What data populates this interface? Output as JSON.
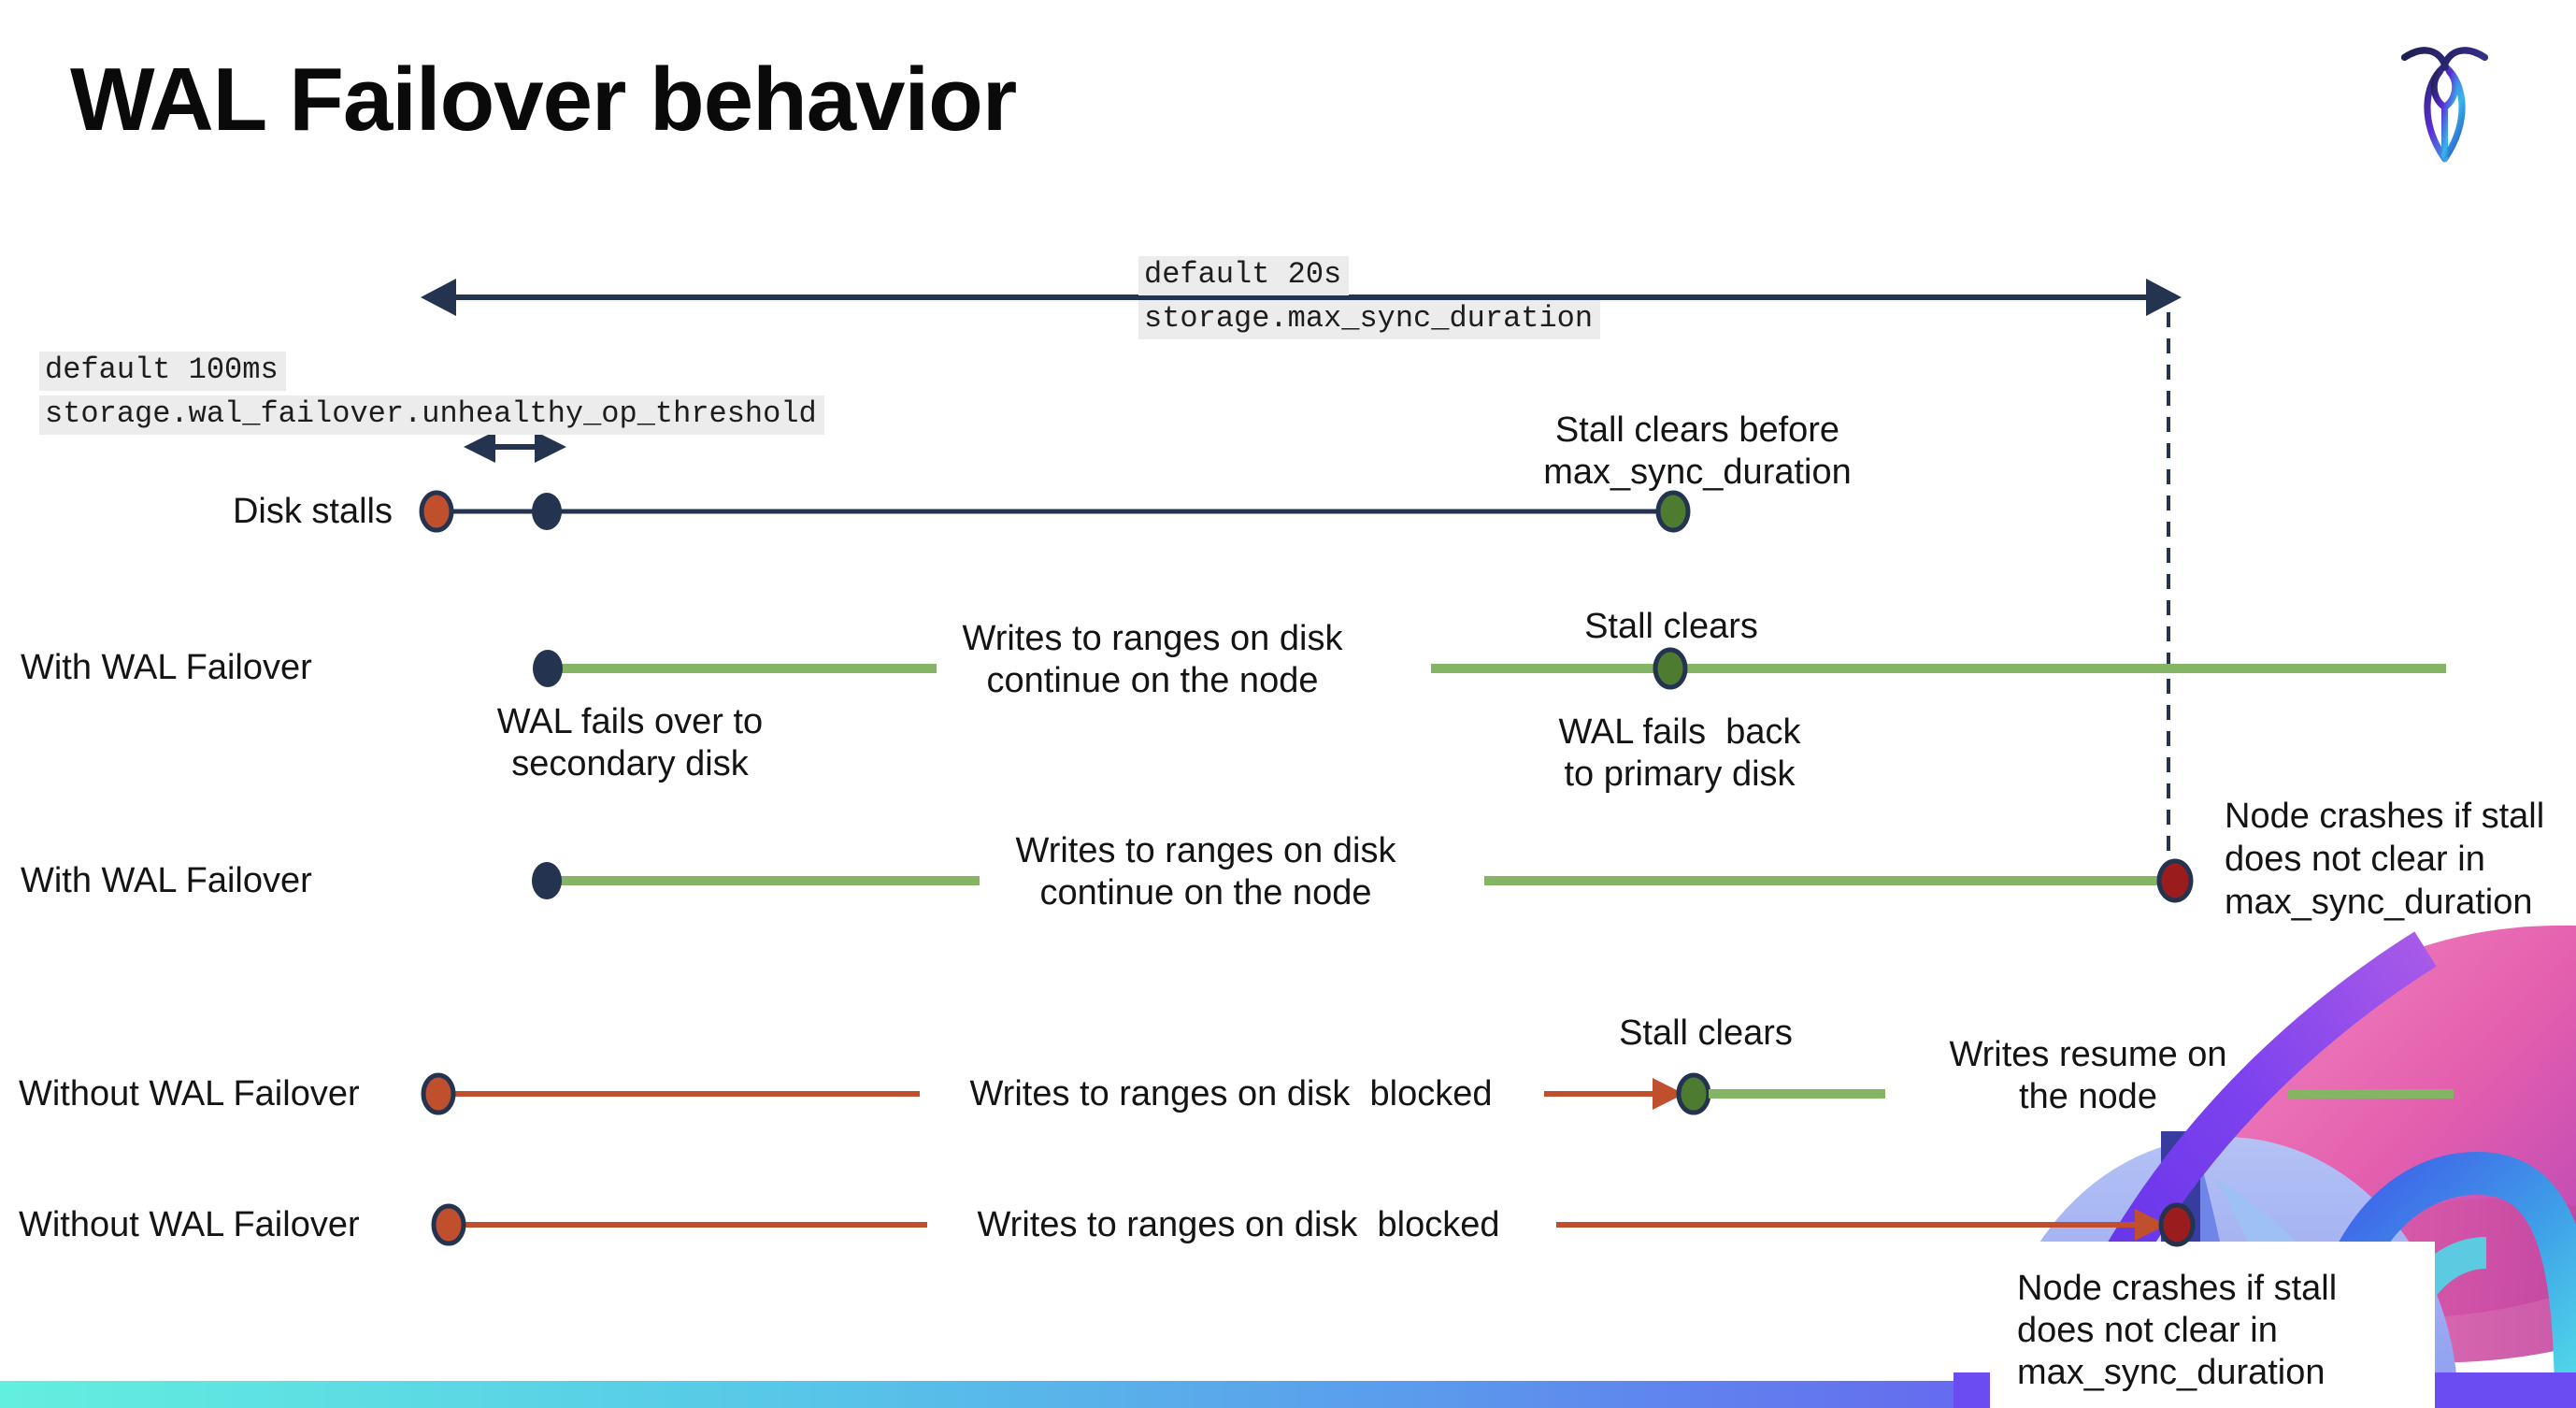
{
  "title": "WAL Failover behavior",
  "icons": {
    "logo": "cockroachdb-logo",
    "decoration": "cockroach-brand-illustration"
  },
  "colors": {
    "navy": "#233350",
    "red": "#c04f2e",
    "green_line": "#85b464",
    "green_dot": "#4d7c31",
    "dark_red": "#9b1c1c",
    "code_bg": "#ececec"
  },
  "config_labels": {
    "max_sync_default": "default 20s",
    "max_sync_setting": "storage.max_sync_duration",
    "unhealthy_default": "default 100ms",
    "unhealthy_setting": "storage.wal_failover.unhealthy_op_threshold"
  },
  "row_labels": {
    "disk_stalls": "Disk stalls",
    "with_wal_1": "With WAL Failover",
    "with_wal_2": "With WAL Failover",
    "without_wal_1": "Without WAL Failover",
    "without_wal_2": "Without WAL Failover"
  },
  "annotations": {
    "stall_clears_before": "Stall clears before\nmax_sync_duration",
    "wal_fails_over": "WAL fails over to\nsecondary disk",
    "writes_continue_1": "Writes to ranges on disk\ncontinue on the node",
    "stall_clears_1": "Stall clears",
    "wal_fails_back": "WAL fails  back\nto primary disk",
    "writes_continue_2": "Writes to ranges on disk\ncontinue on the node",
    "node_crashes_right": "Node crashes if stall\ndoes not clear in\nmax_sync_duration",
    "writes_blocked_1": "Writes to ranges on disk  blocked",
    "stall_clears_2": "Stall clears",
    "writes_resume": "Writes resume on\nthe node",
    "writes_blocked_2": "Writes to ranges on disk  blocked",
    "node_crashes_bottom": "Node crashes if stall\ndoes not clear in\nmax_sync_duration"
  }
}
